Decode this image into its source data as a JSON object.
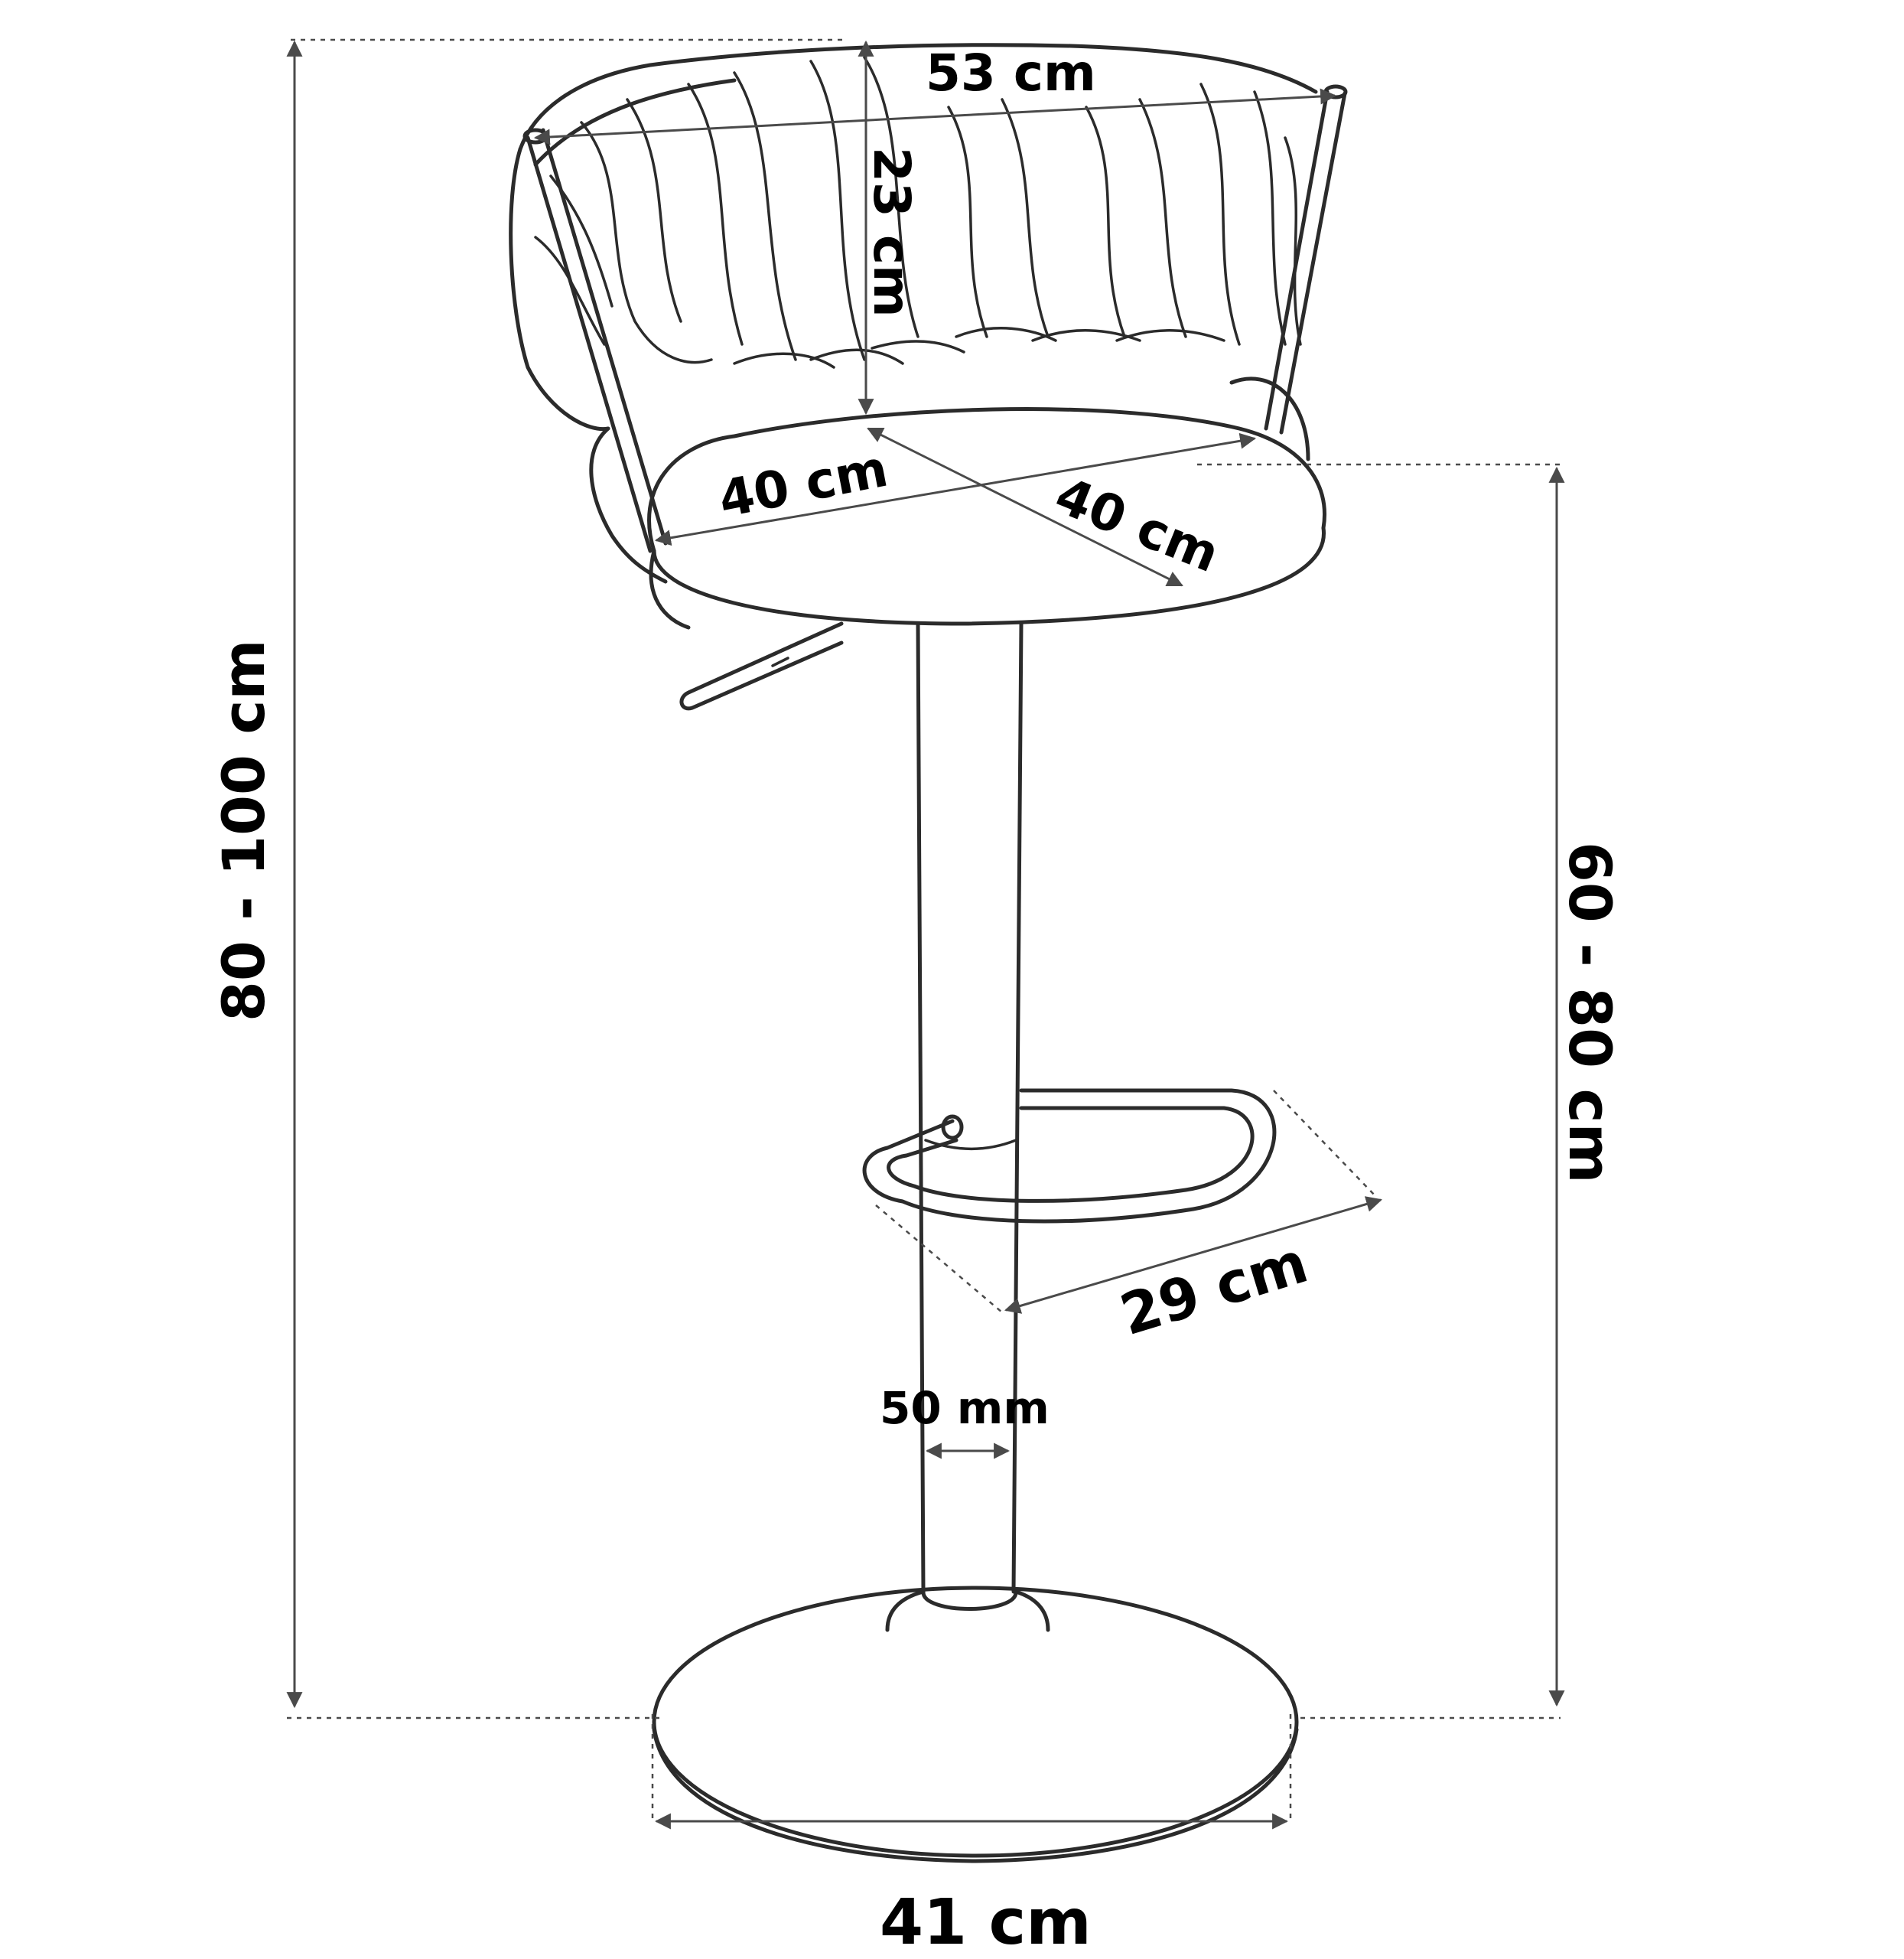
{
  "labels": {
    "backrest_width": "53 cm",
    "backrest_height": "23 cm",
    "seat_width": "40 cm",
    "seat_depth": "40 cm",
    "total_height": "80 - 100 cm",
    "seat_height": "60 - 80 cm",
    "footrest_width": "29 cm",
    "column_diameter": "50 mm",
    "base_diameter": "41 cm"
  },
  "colors": {
    "line": "#2b2b2b",
    "dimension": "#4a4a4a",
    "text": "#000000"
  }
}
